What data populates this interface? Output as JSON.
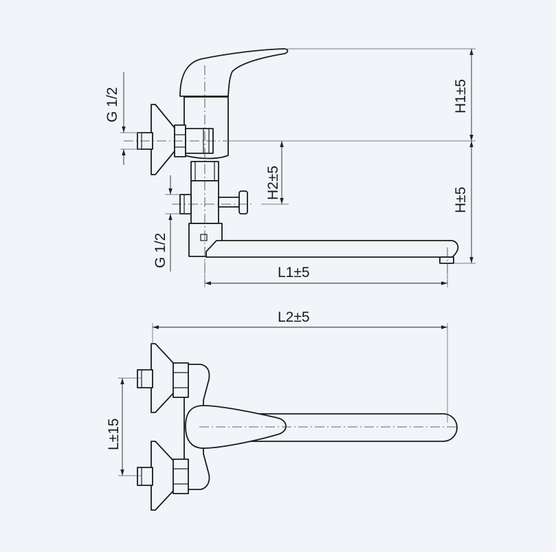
{
  "labels": {
    "h1": "H1±5",
    "h": "H±5",
    "h2": "H2±5",
    "g_top": "G 1/2",
    "g_bottom": "G 1/2",
    "l1": "L1±5",
    "l2": "L2±5",
    "l": "L±15"
  },
  "colors": {
    "background": "#f1f4f9",
    "stroke": "#1a1a1a"
  }
}
